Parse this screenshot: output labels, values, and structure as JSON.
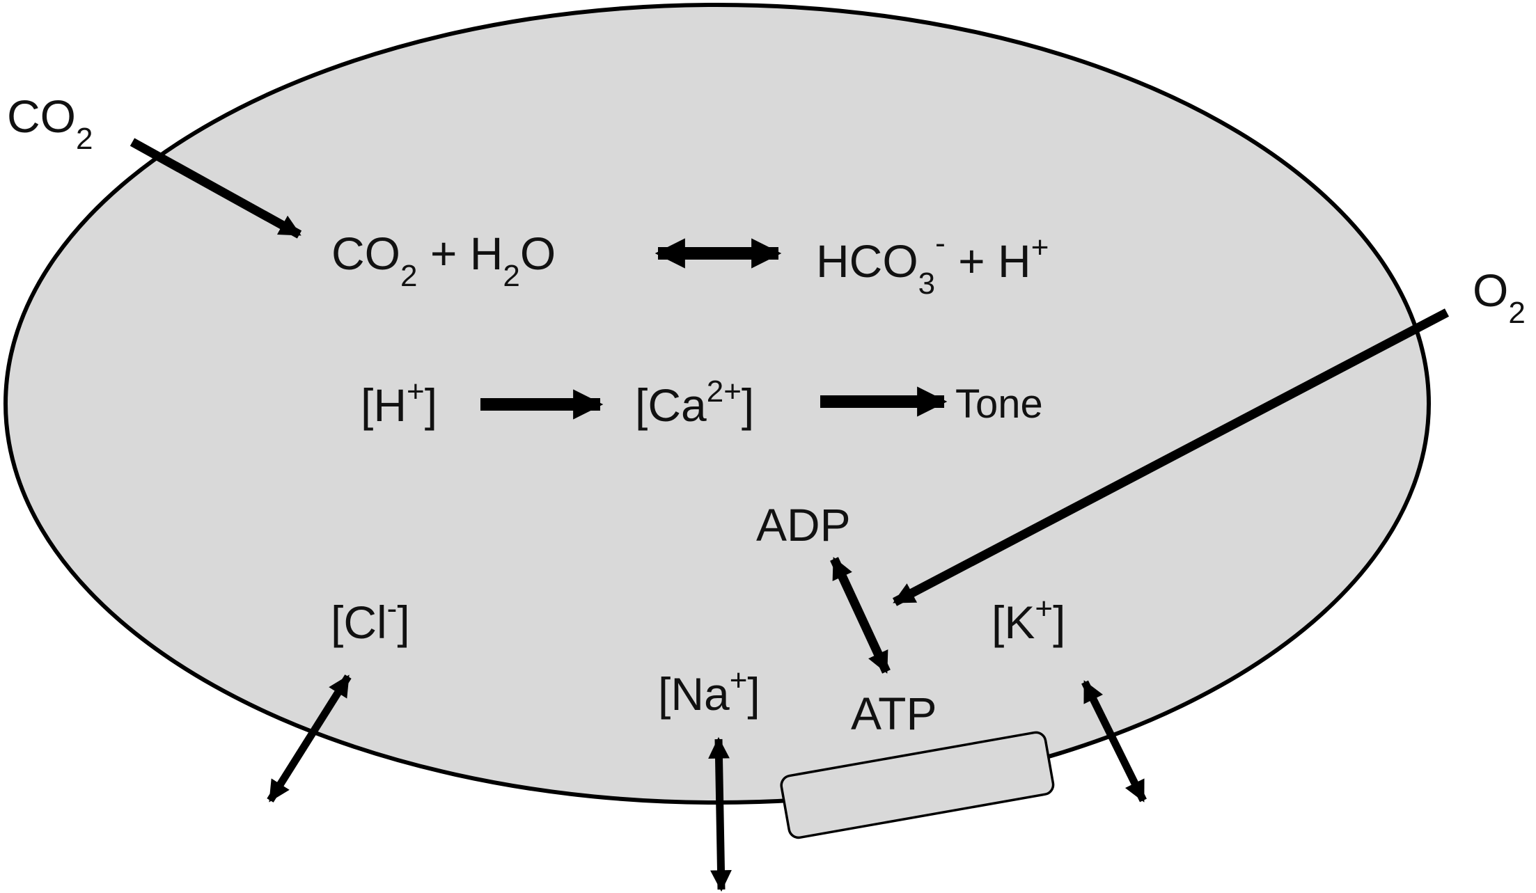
{
  "colors": {
    "cell_fill": "#d9d9d9",
    "outline": "#000000",
    "text": "#111111",
    "background": "#ffffff"
  },
  "labels": {
    "co2_outside": {
      "base": "CO",
      "sub": "2"
    },
    "o2_outside": {
      "base": "O",
      "sub": "2"
    },
    "reaction_left": {
      "a": "CO",
      "a_sub": "2",
      "b": " + H",
      "b_sub": "2",
      "c": "O"
    },
    "reaction_right": {
      "a": "HCO",
      "a_sub": "3",
      "a_sup": "-",
      "b": " + H",
      "b_sup": "+"
    },
    "h_ion": {
      "open": "[H",
      "sup": "+",
      "close": "]"
    },
    "ca_ion": {
      "open": "[Ca",
      "sup": "2+",
      "close": "]"
    },
    "tone": "Tone",
    "adp": "ADP",
    "atp": "ATP",
    "cl_ion": {
      "open": "[Cl",
      "sup": "-",
      "close": "]"
    },
    "na_ion": {
      "open": "[Na",
      "sup": "+",
      "close": "]"
    },
    "k_ion": {
      "open": "[K",
      "sup": "+",
      "close": "]"
    }
  }
}
